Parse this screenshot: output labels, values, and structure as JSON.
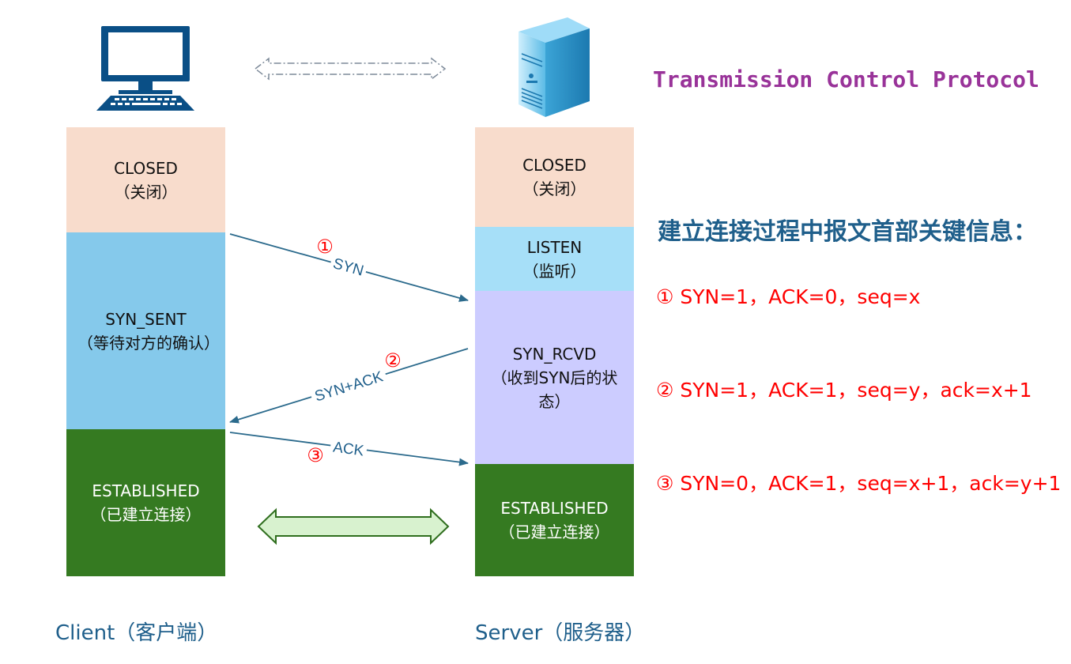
{
  "colors": {
    "closed": "#f8dccc",
    "syn_sent": "#85c9eb",
    "listen": "#a6dff8",
    "syn_rcvd": "#ccccff",
    "established": "#357a21",
    "arrow": "#2b6a8c",
    "accent_red": "#ff0000",
    "title": "#993399",
    "caption": "#1f5f8b",
    "heading": "#1f5f8b"
  },
  "icons": {
    "client": "desktop-computer-icon",
    "server": "tower-server-icon"
  },
  "title": "Transmission Control Protocol",
  "client": {
    "caption": "Client（客户端）",
    "states": {
      "closed": [
        "CLOSED",
        "（关闭）"
      ],
      "syn_sent": [
        "SYN_SENT",
        "（等待对方的确认）"
      ],
      "established": [
        "ESTABLISHED",
        "（已建立连接）"
      ]
    }
  },
  "server": {
    "caption": "Server（服务器）",
    "states": {
      "closed": [
        "CLOSED",
        "（关闭）"
      ],
      "listen": [
        "LISTEN",
        "（监听）"
      ],
      "syn_rcvd": [
        "SYN_RCVD",
        "（收到SYN后的状态）"
      ],
      "established": [
        "ESTABLISHED",
        "（已建立连接）"
      ]
    }
  },
  "messages": [
    {
      "step": "①",
      "label": "SYN"
    },
    {
      "step": "②",
      "label": "SYN+ACK"
    },
    {
      "step": "③",
      "label": "ACK"
    }
  ],
  "key_info": {
    "heading": "建立连接过程中报文首部关键信息：",
    "lines": [
      {
        "step": "①",
        "text": "SYN=1，ACK=0，seq=x"
      },
      {
        "step": "②",
        "text": "SYN=1，ACK=1，seq=y，ack=x+1"
      },
      {
        "step": "③",
        "text": "SYN=0，ACK=1，seq=x+1，ack=y+1"
      }
    ]
  }
}
